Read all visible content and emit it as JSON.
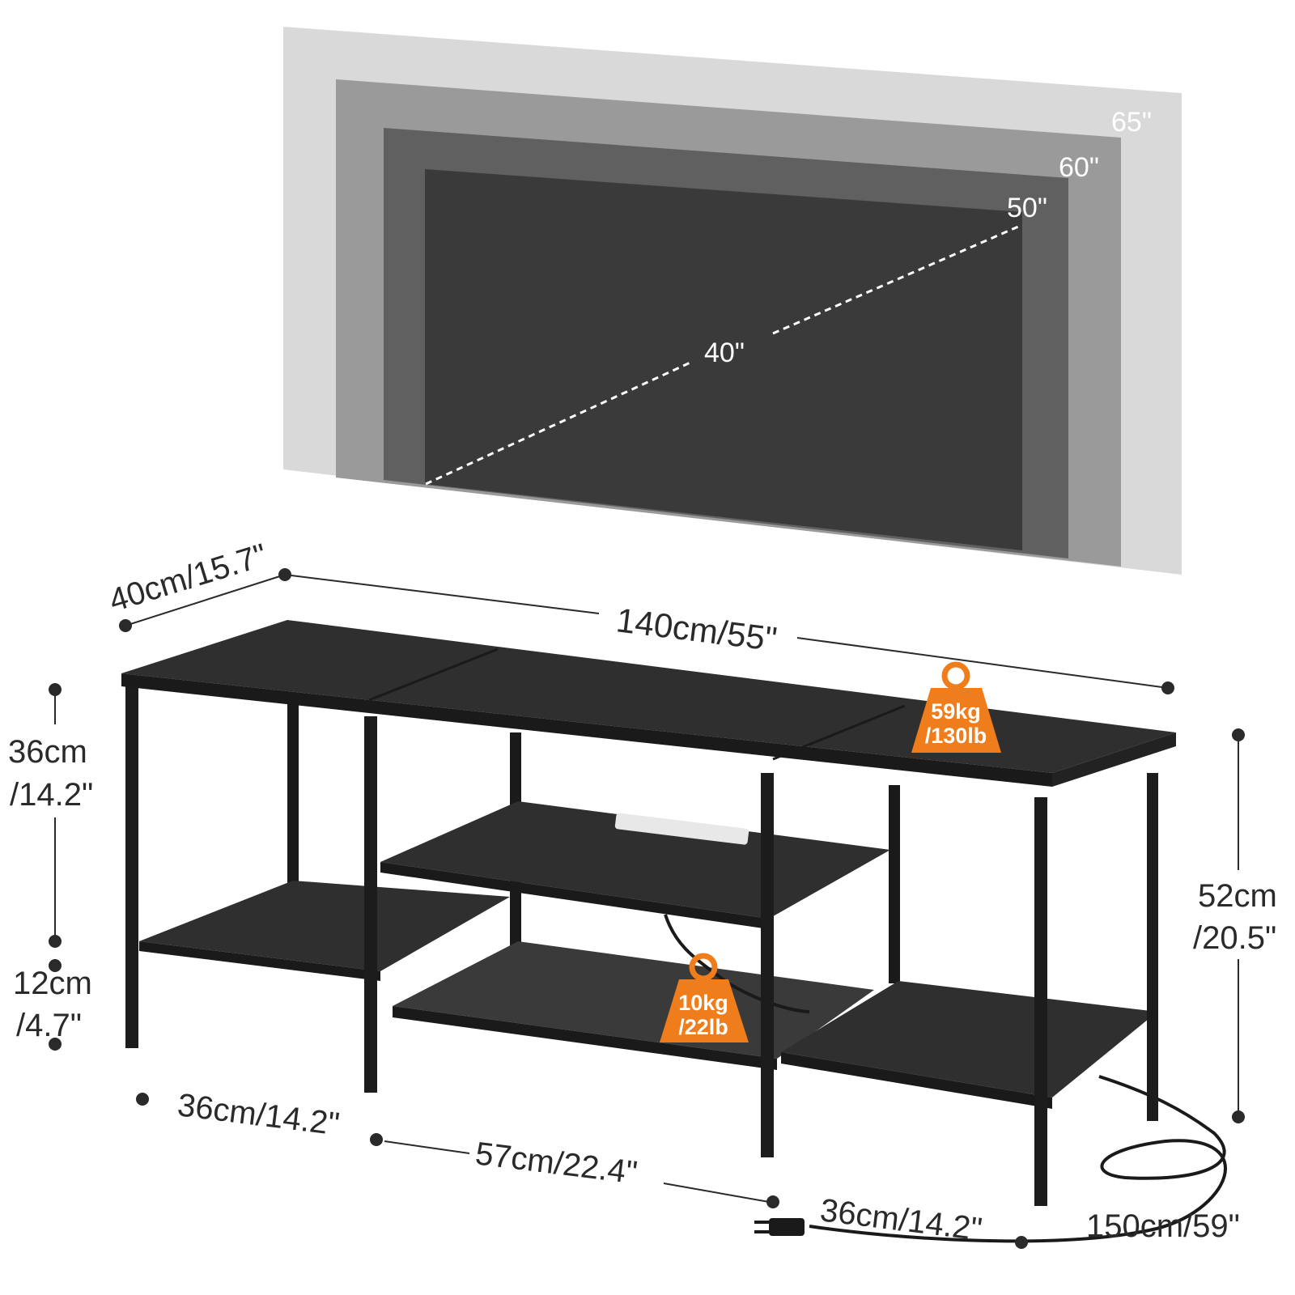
{
  "tv_sizes": [
    {
      "label": "65\"",
      "color": "#d9d9d9",
      "label_color": "#f07d1c"
    },
    {
      "label": "60\"",
      "color": "#9a9a9a",
      "label_color": "#ffffff"
    },
    {
      "label": "50\"",
      "color": "#606060",
      "label_color": "#ffffff"
    },
    {
      "label": "40\"",
      "color": "#3a3a3a",
      "label_color": "#ffffff"
    }
  ],
  "dimensions": {
    "depth": "40cm/15.7\"",
    "width": "140cm/55\"",
    "upper_height_cm": "36cm",
    "upper_height_in": "/14.2\"",
    "lower_height_cm": "12cm",
    "lower_height_in": "/4.7\"",
    "total_height_cm": "52cm",
    "total_height_in": "/20.5\"",
    "left_section": "36cm/14.2\"",
    "middle_section": "57cm/22.4\"",
    "right_section": "36cm/14.2\"",
    "cord_length": "150cm/59\""
  },
  "load_badges": {
    "top": {
      "line1": "59kg",
      "line2": "/130lb"
    },
    "mesh": {
      "line1": "10kg",
      "line2": "/22lb"
    }
  },
  "colors": {
    "accent": "#f07d1c",
    "frame": "#1c1c1c",
    "board": "#2f2f2f"
  }
}
